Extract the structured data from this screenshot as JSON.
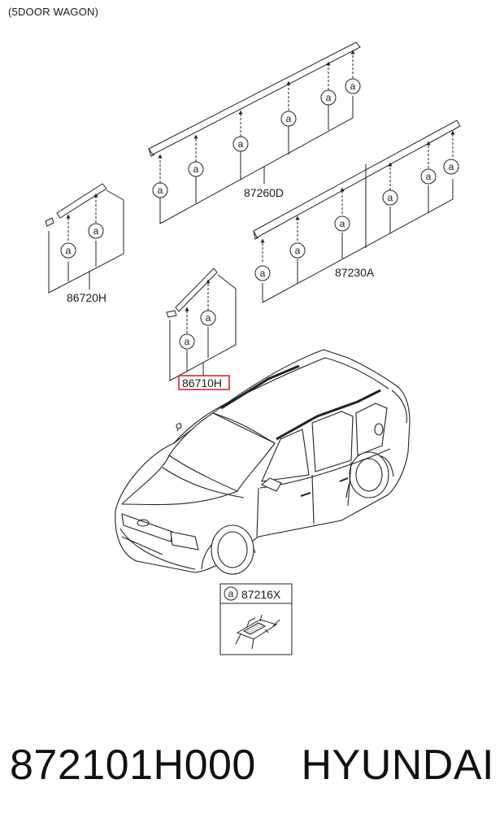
{
  "header": {
    "title": "(5DOOR WAGON)"
  },
  "parts": {
    "roof_front_upper": "87260D",
    "roof_rear_lower": "87230A",
    "left_small": "86720H",
    "right_small": "86710H",
    "clip": "87216X"
  },
  "callout_letter": "a",
  "highlight_color": "#d9262c",
  "footer": {
    "part_number": "872101H000",
    "brand": "HYUNDAI"
  }
}
